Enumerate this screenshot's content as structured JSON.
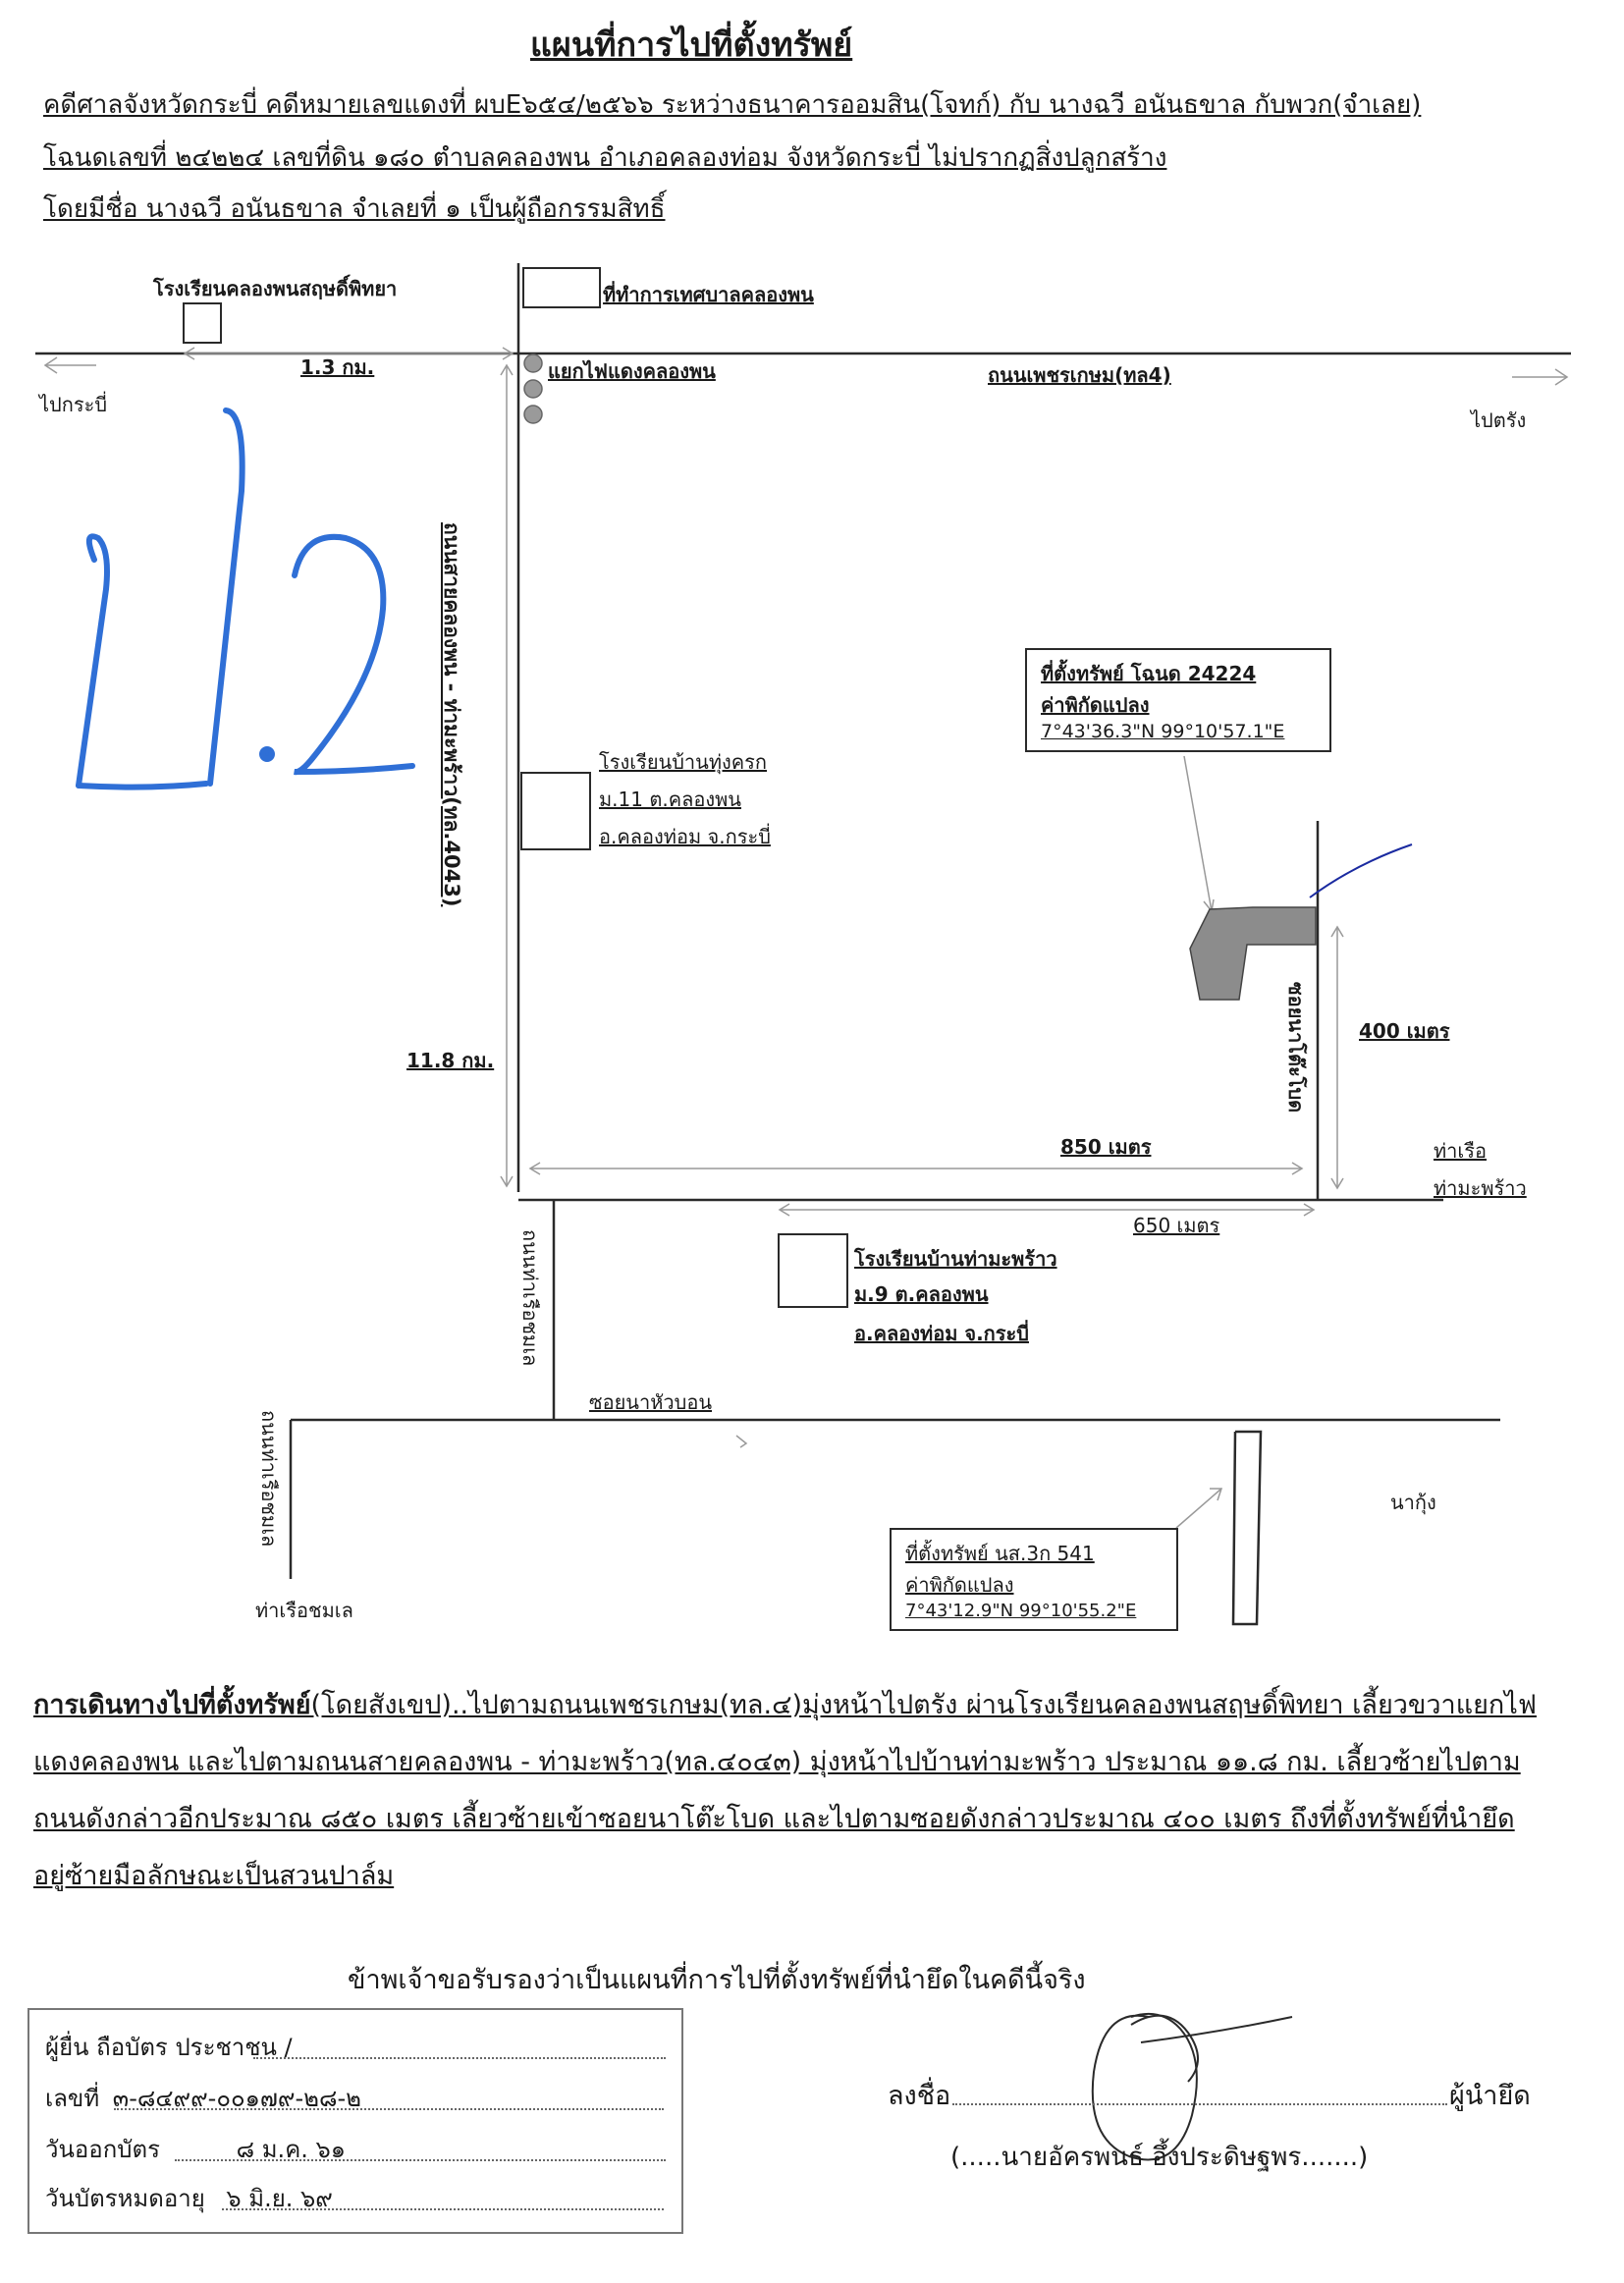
{
  "title": "แผนที่การไปที่ตั้งทรัพย์",
  "header": {
    "line1": "คดีศาลจังหวัดกระบี่ คดีหมายเลขแดงที่ ผบE๖๕๔/๒๕๖๖ ระหว่างธนาคารออมสิน(โจทก์) กับ นางฉวี อนันธขาล กับพวก(จำเลย)",
    "line2": "โฉนดเลขที่ ๒๔๒๒๔ เลขที่ดิน ๑๘๐ ตำบลคลองพน อำเภอคลองท่อม จังหวัดกระบี่ ไม่ปรากฏสิ่งปลูกสร้าง",
    "line3": "โดยมีชื่อ นางฉวี อนันธขาล จำเลยที่ ๑ เป็นผู้ถือกรรมสิทธิ์"
  },
  "stamp": "ป.2",
  "map": {
    "school_top": "โรงเรียนคลองพนสฤษดิ์พิทยา",
    "municipality": "ที่ทำการเทศบาลคลองพน",
    "dist_13": "1.3 กม.",
    "junction": "แยกไฟแดงคลองพน",
    "main_road": "ถนนเพชรเกษม(ทล4)",
    "to_krabi": "ไปกระบี่",
    "to_trang": "ไปตรัง",
    "side_road": "ถนนสายคลองพน - ท่ามะพร้าว(ทล.4043)",
    "school_mid": [
      "โรงเรียนบ้านทุ่งครก",
      "ม.11 ต.คลองพน",
      "อ.คลองท่อม จ.กระบี่"
    ],
    "dist_118": "11.8 กม.",
    "property1": [
      "ที่ตั้งทรัพย์  โฉนด 24224",
      "ค่าพิกัดแปลง",
      "7°43'36.3\"N 99°10'57.1\"E"
    ],
    "soi_nato": "ซอยนาโต๊ะโบด",
    "dist_400": "400 เมตร",
    "dist_850": "850 เมตร",
    "dist_650": "650 เมตร",
    "pier_tmp": [
      "ท่าเรือ",
      "ท่ามะพร้าว"
    ],
    "road_pier_chomlae_1": "ถนนท่าเรือชมเล",
    "school_bot": [
      "โรงเรียนบ้านท่ามะพร้าว",
      "ม.9 ต.คลองพน",
      "อ.คลองท่อม จ.กระบี่"
    ],
    "soi_nahua": "ซอยนาหัวบอน",
    "road_pier_chomlae_2": "ถนนท่าเรือชมเล",
    "nakung": "นากุ้ง",
    "property2": [
      "ที่ตั้งทรัพย์  นส.3ก 541",
      "ค่าพิกัดแปลง",
      "7°43'12.9\"N 99°10'55.2\"E"
    ],
    "pier_chomlae": "ท่าเรือชมเล"
  },
  "directions": {
    "heading": "การเดินทางไปที่ตั้งทรัพย์",
    "heading_suffix": "(โดยสังเขป)..ไปตามถนนเพชรเกษม(ทล.๔)มุ่งหน้าไปตรัง ผ่านโรงเรียนคลองพนสฤษดิ์พิทยา เลี้ยวขวาแยกไฟ",
    "line2": "แดงคลองพน และไปตามถนนสายคลองพน - ท่ามะพร้าว(ทล.๔๐๔๓) มุ่งหน้าไปบ้านท่ามะพร้าว ประมาณ ๑๑.๘ กม. เลี้ยวซ้ายไปตาม",
    "line3": "ถนนดังกล่าวอีกประมาณ ๘๕๐ เมตร เลี้ยวซ้ายเข้าซอยนาโต๊ะโบด และไปตามซอยดังกล่าวประมาณ ๔๐๐ เมตร ถึงที่ตั้งทรัพย์ที่นำยึด",
    "line4": "อยู่ซ้ายมือลักษณะเป็นสวนปาล์ม"
  },
  "certify": "ข้าพเจ้าขอรับรองว่าเป็นแผนที่การไปที่ตั้งทรัพย์ที่นำยึดในคดีนี้จริง",
  "idcard": {
    "row1": "ผู้ยื่น ถือบัตร ประชาชน /",
    "row2_label": "เลขที่",
    "row2_value": "๓-๘๔๙๙-๐๐๑๗๙-๒๘-๒",
    "row3_label": "วันออกบัตร",
    "row3_value": "๘ ม.ค. ๖๑",
    "row4_label": "วันบัตรหมดอายุ",
    "row4_value": "๖ มิ.ย. ๖๙"
  },
  "signature": {
    "label": "ลงชื่อ",
    "role": "ผู้นำยึด",
    "name": "(.....นายอัครพนธ์ อึ้งประดิษฐพร.......)"
  }
}
